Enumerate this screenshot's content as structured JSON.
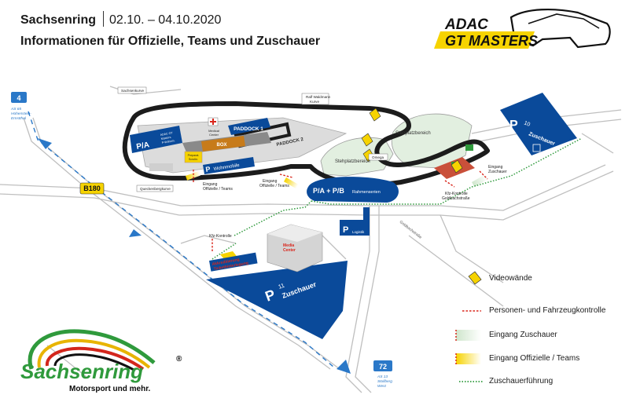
{
  "header": {
    "venue": "Sachsenring",
    "dates": "02.10. – 04.10.2020",
    "subtitle": "Informationen für Offizielle, Teams und Zuschauer"
  },
  "series_logo": {
    "line1": "ADAC",
    "line2": "GT MASTERS"
  },
  "brand_logo": {
    "name": "Sachsenring",
    "registered": "®",
    "tagline": "Motorsport und mehr."
  },
  "roads": {
    "autobahn_top": {
      "number": "4",
      "exit_line1": "AS 65",
      "exit_line2": "Hohenstein-",
      "exit_line3": "Ernstthal"
    },
    "autobahn_bottom": {
      "number": "72",
      "exit_line1": "AS 13",
      "exit_line2": "Stollberg",
      "exit_line3": "West"
    },
    "federal_road": "B180",
    "side_road": "Goldbachstraße"
  },
  "track_labels": {
    "sachsenkurve": "Sachsenkurve",
    "ralf_waldmann_line1": "Ralf Waldmann",
    "ralf_waldmann_line2": "Kurve",
    "queckenbergkurve": "Queckenbergkurve",
    "omega": "Omega",
    "medical_line1": "Medical",
    "medical_line2": "Center",
    "paddock1": "PADDOCK 1",
    "paddock2": "PADDOCK 2",
    "box": "BOX",
    "stehplatz1": "Stehplatzbereich",
    "stehplatz2": "Stehplatzbereich",
    "wohnmobile": "Wohnmobile",
    "adac_line1": "ADAC GT",
    "adac_line2": "Masters",
    "adac_line3": "P-Wohnm.",
    "preparation_line1": "Preparat.",
    "preparation_line2": "Scrutin.",
    "logistik": "Logistik",
    "media_line1": "Media",
    "media_line2": "Center"
  },
  "parking": {
    "pa": "P/A",
    "pa_pb": "P/A + P/B",
    "rahmenserien": "Rahmenserien",
    "p10_number": "10",
    "p10_label": "Zuschauer",
    "p11_number": "11",
    "p11_label": "Zuschauer",
    "p_generic": "P"
  },
  "checkpoints": {
    "eingang_ot_1_line1": "Eingang",
    "eingang_ot_1_line2": "Offizielle / Teams",
    "eingang_ot_2_line1": "Eingang",
    "eingang_ot_2_line2": "Offizielle / Teams",
    "eingang_zuschauer_line1": "Eingang",
    "eingang_zuschauer_line2": "Zuschauer",
    "kfz_kontrolle_1": "Kfz-Kontrolle",
    "kfz_kontrolle_2_line1": "Kfz-Kontrolle",
    "kfz_kontrolle_2_line2": "Goldbachstraße",
    "akkreditierung_line1": "Akkreditierung",
    "akkreditierung_line2": "Tickethinterlegung"
  },
  "legend": {
    "videowaende": "Videowände",
    "kontrolle": "Personen- und Fahrzeugkontrolle",
    "eingang_zuschauer": "Eingang Zuschauer",
    "eingang_offizielle": "Eingang Offizielle / Teams",
    "fuehrung": "Zuschauerführung"
  },
  "colors": {
    "parking_blue": "#0a4a9a",
    "track_dark": "#1c1c1c",
    "grass_green": "#e2efe0",
    "video_yellow": "#f6d300",
    "spectator_green_dots": "#2f9a3c",
    "control_red": "#d9261c",
    "road_blue": "#2a78c8",
    "brand_red": "#d3261c",
    "brand_green": "#2f9a3c",
    "brand_gold": "#e8b400"
  }
}
